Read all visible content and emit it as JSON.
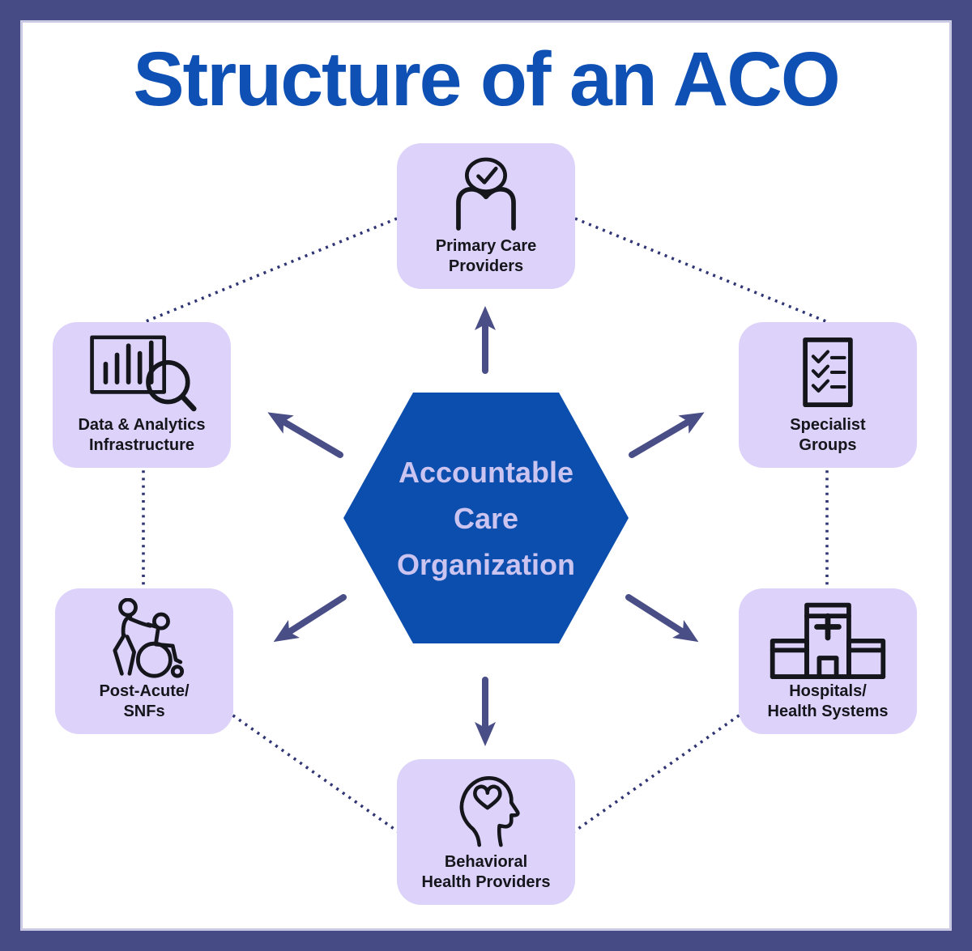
{
  "title": "Structure of an ACO",
  "center": {
    "lines": [
      "Accountable",
      "Care",
      "Organization"
    ]
  },
  "nodes": [
    {
      "id": "primary-care-providers",
      "line1": "Primary Care",
      "line2": "Providers",
      "icon": "person-check-icon"
    },
    {
      "id": "data-analytics-infrastructure",
      "line1": "Data & Analytics",
      "line2": "Infrastructure",
      "icon": "bar-chart-magnifier-icon"
    },
    {
      "id": "specialist-groups",
      "line1": "Specialist",
      "line2": "Groups",
      "icon": "checklist-icon"
    },
    {
      "id": "post-acute-snfs",
      "line1": "Post-Acute/",
      "line2": "SNFs",
      "icon": "wheelchair-assist-icon"
    },
    {
      "id": "hospitals-health-systems",
      "line1": "Hospitals/",
      "line2": "Health Systems",
      "icon": "hospital-building-icon"
    },
    {
      "id": "behavioral-health-providers",
      "line1": "Behavioral",
      "line2": "Health Providers",
      "icon": "head-heart-icon"
    }
  ],
  "colors": {
    "frame": "#474B85",
    "frame_line": "#C9C9E4",
    "title": "#0E50B3",
    "hex_fill": "#0B4EAD",
    "hex_text": "#CBC4F1",
    "node_fill": "#DDD2F9",
    "node_text": "#15151C",
    "arrow": "#4A4E87",
    "dot": "#2F3574",
    "icon_stroke": "#15151C"
  }
}
